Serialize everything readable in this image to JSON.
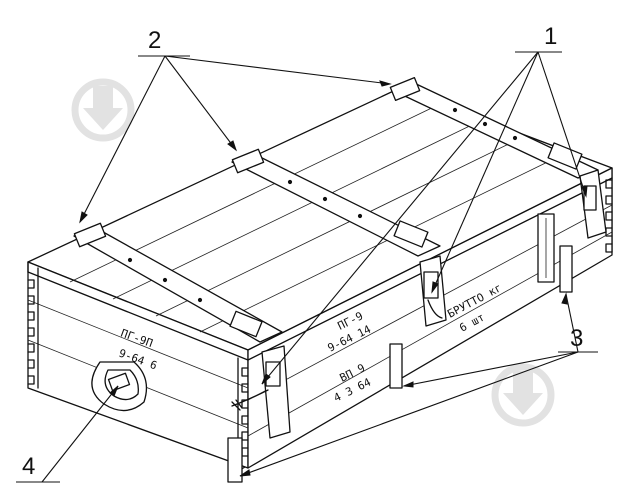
{
  "callouts": {
    "c1": "1",
    "c2": "2",
    "c3": "3",
    "c4": "4"
  },
  "markings": {
    "front_top": "ПГ-9П",
    "front_bottom": "9-64 6",
    "side_line1": "ПГ-9",
    "side_line2": "9-64 14",
    "side_line3": "ВП 9",
    "side_line4": "4 3 64",
    "brutto": "БРУТТО кг",
    "count": "6 шт"
  },
  "colors": {
    "ink": "#111111",
    "watermark": "#e2e2e2",
    "background": "#ffffff"
  },
  "icons": {
    "watermark": "download-arrow-icon"
  }
}
